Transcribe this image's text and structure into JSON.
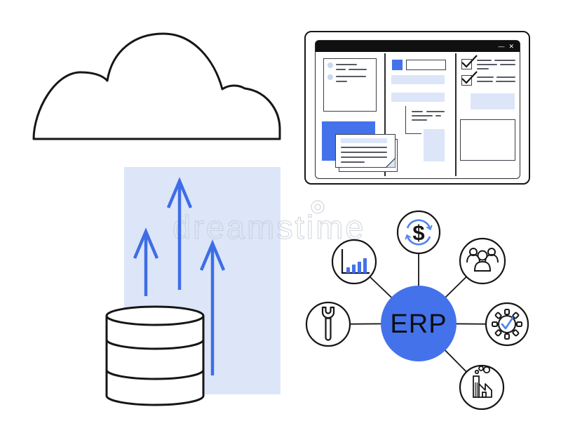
{
  "watermark": {
    "text": "dreamstime",
    "logo_icon": "dreamstime-spiral"
  },
  "palette": {
    "accent_blue": "#4472EB",
    "arrow_blue": "#3E6DE6",
    "sync_blue": "#4D82F0",
    "light_blue": "#DCE6F8",
    "outline_black": "#161616",
    "wireframe_gray": "#565B64",
    "watermark_gray": "#C6CCD6"
  },
  "upload_scene": {
    "cloud_icon": "cloud-outline-icon",
    "database_icon": "database-cylinder-icon",
    "arrow_count": 3,
    "database_segments": 3
  },
  "window": {
    "minimize_glyph": "—",
    "close_glyph": "✕",
    "left_column_icons": [
      "bullet-list-card",
      "blue-tile",
      "document-stack"
    ],
    "middle_column_icons": [
      "blue-chip",
      "input-field",
      "text-bar",
      "text-bar",
      "annotation-bracket",
      "image-bar"
    ],
    "right_column_icons": [
      "checkbox-checked",
      "checkbox-checked",
      "image-bar",
      "image-placeholder"
    ]
  },
  "erp": {
    "center_label": "ERP",
    "modules": [
      "bar-chart",
      "currency-sync",
      "team",
      "wrench",
      "gear-check",
      "factory"
    ]
  }
}
